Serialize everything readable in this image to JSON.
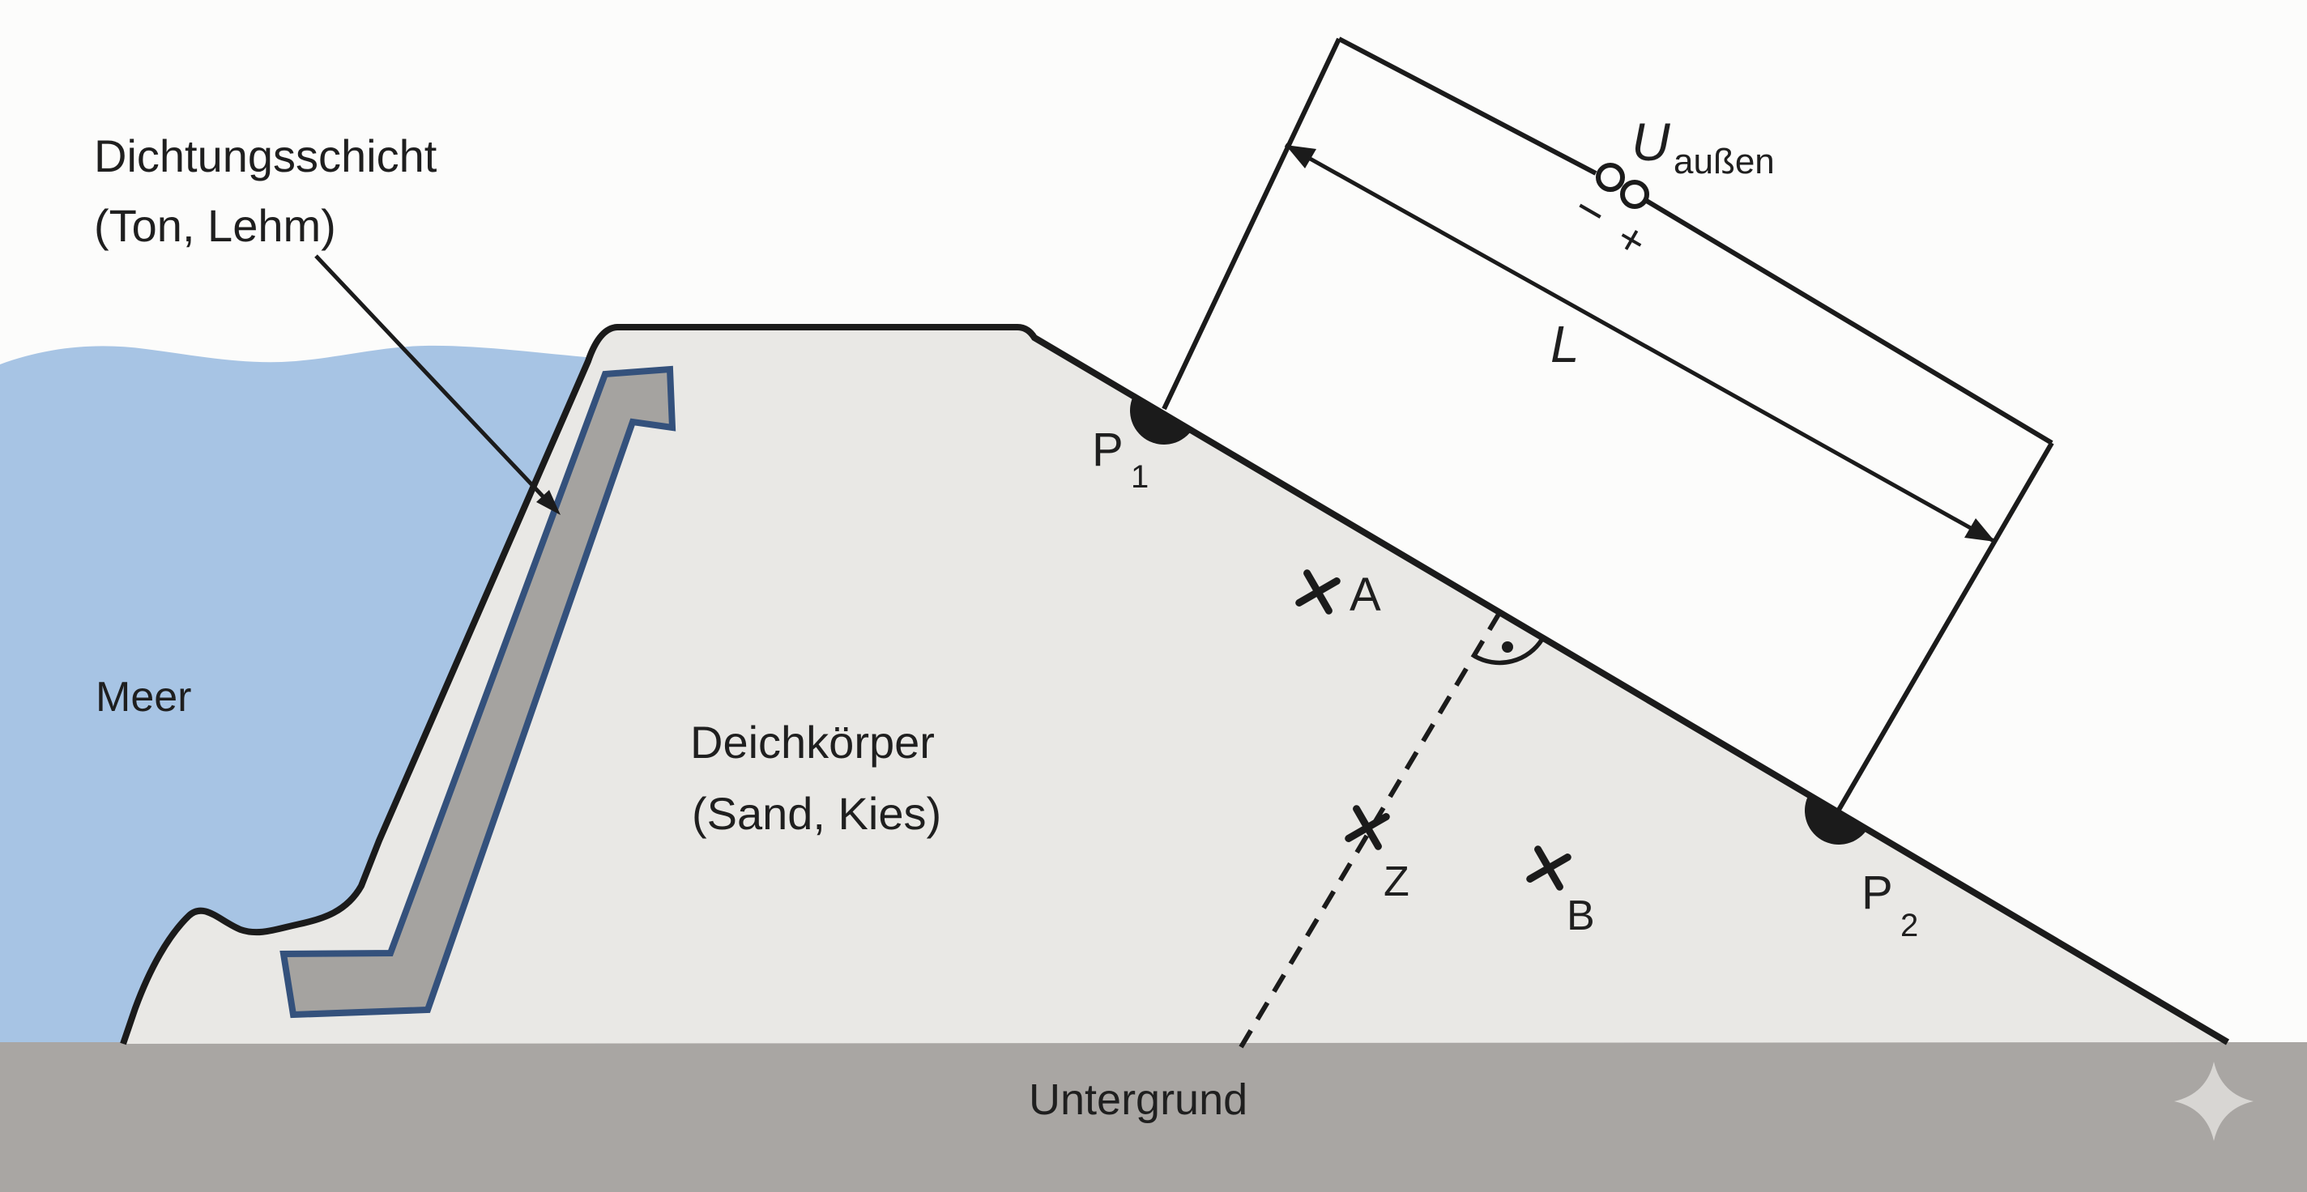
{
  "diagram": {
    "labels": {
      "sealing_layer": {
        "line1": "Dichtungsschicht",
        "line2": "(Ton, Lehm)"
      },
      "sea": "Meer",
      "dike_body": {
        "line1": "Deichkörper",
        "line2": "(Sand, Kies)"
      },
      "underground": "Untergrund",
      "voltage": {
        "symbol": "U",
        "subscript": "außen"
      },
      "polarity": {
        "minus": "−",
        "plus": "+"
      },
      "length": "L",
      "electrodes": {
        "p1": {
          "base": "P",
          "sub": "1"
        },
        "p2": {
          "base": "P",
          "sub": "2"
        }
      },
      "points": {
        "a": "A",
        "b": "B",
        "z": "Z"
      }
    },
    "colors": {
      "background": "#fcfcfb",
      "water": "#a7c4e4",
      "dike_fill": "#e9e8e5",
      "ground": "#a9a6a3",
      "seal_fill": "#a5a3a0",
      "seal_border": "#34517c",
      "line": "#1b1b1b",
      "text": "#1f1f1f",
      "sparkle": "#d8d6d3"
    }
  }
}
